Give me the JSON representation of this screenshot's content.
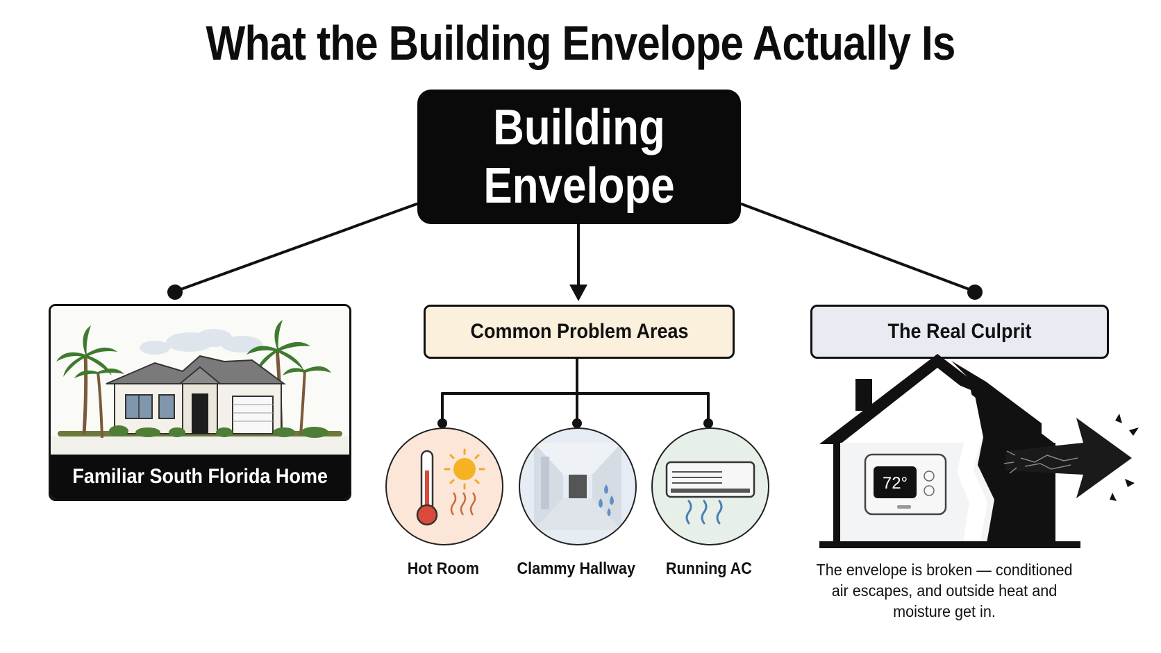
{
  "title": "What the Building Envelope Actually Is",
  "central": {
    "line1": "Building",
    "line2": "Envelope"
  },
  "home": {
    "caption": "Familiar South Florida Home"
  },
  "problems": {
    "heading": "Common Problem Areas",
    "items": [
      {
        "label": "Hot Room",
        "icon": "thermometer-sun-icon"
      },
      {
        "label": "Clammy Hallway",
        "icon": "hallway-droplets-icon"
      },
      {
        "label": "Running AC",
        "icon": "air-conditioner-icon"
      }
    ]
  },
  "culprit": {
    "heading": "The Real Culprit",
    "thermostat": "72°",
    "description": "The envelope is broken — conditioned air escapes, and outside heat and moisture get in."
  },
  "colors": {
    "dark": "#0a0a0a",
    "problem_fill": "#fbf0dc",
    "culprit_fill": "#e8ecf2",
    "hot_fill": "#fbe6d8",
    "clammy_fill": "#e6ecf3",
    "ac_fill": "#e6efe8"
  }
}
